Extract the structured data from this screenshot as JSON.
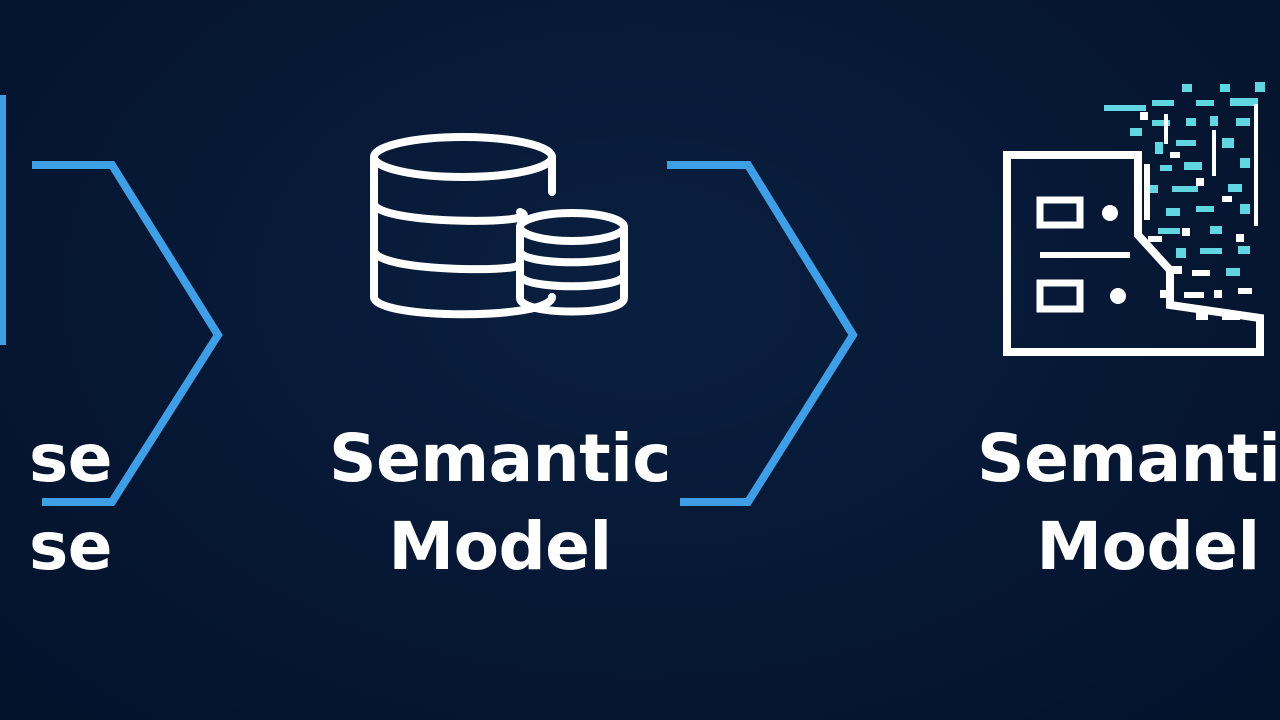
{
  "stages": [
    {
      "line1": "se",
      "line2": "se"
    },
    {
      "line1": "Semantic",
      "line2": "Model"
    },
    {
      "line1": "Semantic",
      "line2": "Model"
    }
  ],
  "colors": {
    "background": "#061733",
    "arrow": "#3f9fe6",
    "icon_stroke": "#ffffff",
    "pixel_accent": "#5fd6e0",
    "text": "#ffffff"
  },
  "icons": [
    "database-stack-icon",
    "arrow-chevron-icon",
    "semantic-model-pixel-icon"
  ]
}
